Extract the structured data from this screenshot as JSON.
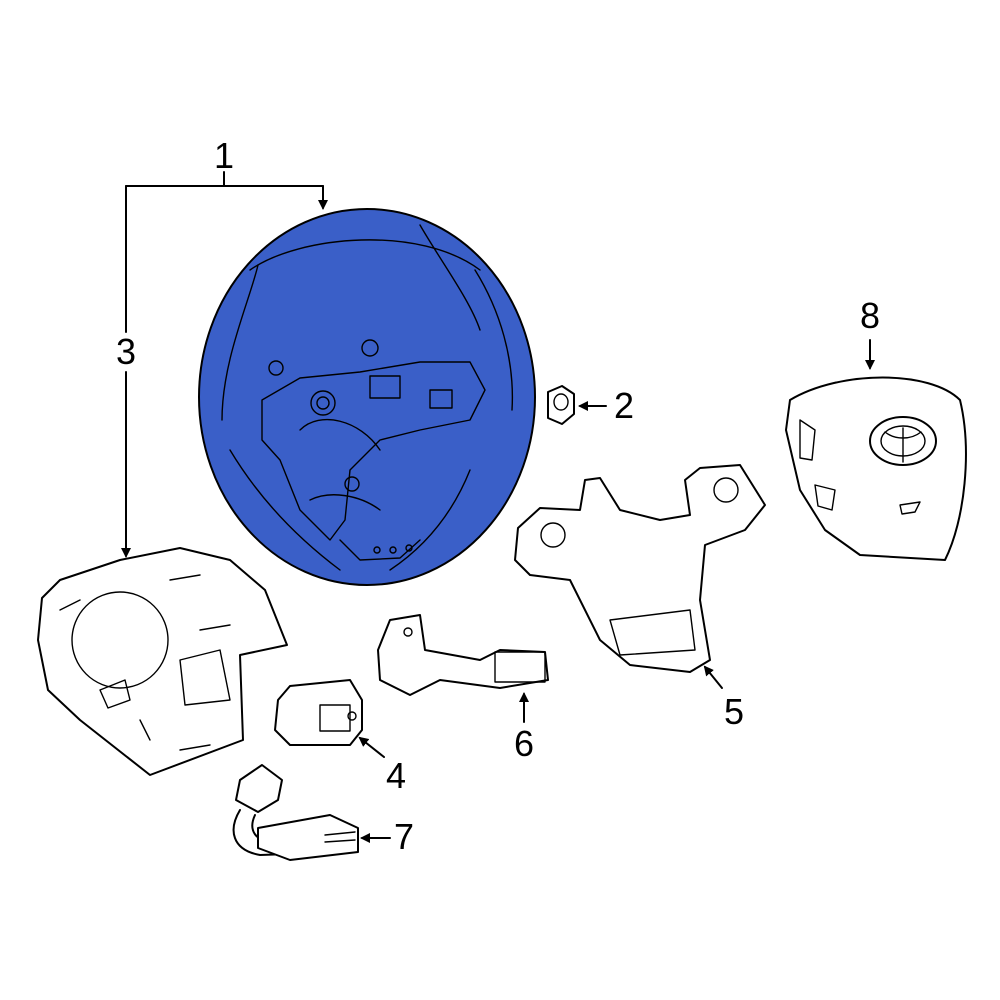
{
  "diagram": {
    "highlight_color": "#3a5fc8",
    "callouts": [
      {
        "id": "1",
        "text": "1"
      },
      {
        "id": "2",
        "text": "2"
      },
      {
        "id": "3",
        "text": "3"
      },
      {
        "id": "4",
        "text": "4"
      },
      {
        "id": "5",
        "text": "5"
      },
      {
        "id": "6",
        "text": "6"
      },
      {
        "id": "7",
        "text": "7"
      },
      {
        "id": "8",
        "text": "8"
      }
    ],
    "highlighted_part": "1"
  }
}
